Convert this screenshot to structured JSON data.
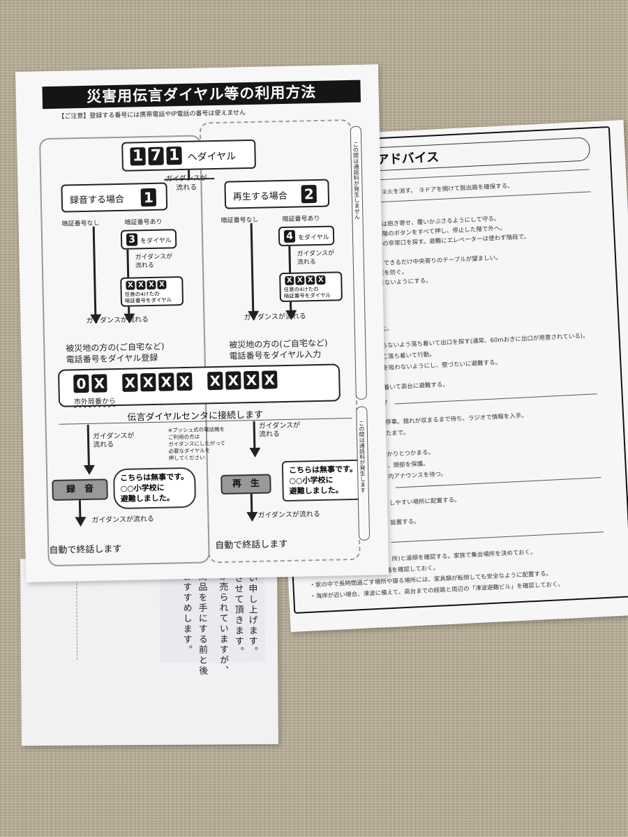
{
  "flyer": {
    "title": "災害用伝言ダイヤル等の利用方法",
    "note": "【ご注意】登録する番号には携帯電話やIP電話の番号は使えません",
    "dial_digits": [
      "1",
      "7",
      "1"
    ],
    "dial_label": "へダイヤル",
    "guidance_flows": "ガイダンスが\n流れる",
    "record_case": "録音する場合",
    "record_num": "1",
    "play_case": "再生する場合",
    "play_num": "2",
    "no_pin": "暗証番号なし",
    "with_pin": "暗証番号あり",
    "dial3": "3",
    "dial4": "4",
    "wo_dial": "をダイヤル",
    "guidance_flows2": "ガイダンスが\n流れる",
    "xxxx": [
      "X",
      "X",
      "X",
      "X"
    ],
    "pin_note": "任意の4けたの\n暗証番号をダイヤル",
    "guidance_flows3": "ガイダンスが流れる",
    "victim_record": "被災地の方の(ご自宅など)\n電話番号をダイヤル登録",
    "victim_play": "被災地の方の(ご自宅など)\n電話番号をダイヤル入力",
    "phone_number": [
      "0",
      "X",
      "X",
      "X",
      "X",
      "X",
      "X",
      "X",
      "X",
      "X"
    ],
    "area_code": "市外局番から",
    "connected": "伝言ダイヤルセンタに接続します",
    "push_note": "※プッシュ式の電話機を\nご利用の方は\nガイダンスにしたがって\n必要なダイヤルを\n押してください",
    "record_label": "録　音",
    "play_label": "再　生",
    "bubble_text": "こちらは無事です。\n○○小学校に\n避難しました。",
    "guidance_flows4": "ガイダンスが流れる",
    "auto_end": "自動で終話します",
    "strip_top": "この間は通話料が発生しません",
    "strip_bottom": "この間は通話料が発生します"
  },
  "advice": {
    "title": "防災アドバイス",
    "lines": [
      "る。　②火を消す。　③ドアを開けて脱出路を確保する。",
      "供は抱き寄せ、覆いかぶさるようにして守る。",
      "各階のボタンをすべて押し、停止した階で外へ。",
      "井の非常口を探す。避難にエレベーターは使わず階段で。",
      "、できるだけ中央寄りのテーブルが望ましい。",
      "死を防ぐ。",
      "まないようにする。",
      "む。",
      "らないよう落ち着いて出口を探す(通常、60mおきに出口が用意されている)。",
      "こ落ち着いて行動。",
      "を吸わないようにし、壁づたいに避難する。",
      "着いて高台に避難する。",
      "?",
      "停車。揺れが収まるまで待ち、ラジオで情報を入手。",
      "たまで。",
      "かりとつかまる。",
      "、頭部を保護。",
      "内アナウンスを待つ。",
      "",
      "しやすい場所に配置する。",
      "設置する。",
      "所)と道順を確認する。家族で集合場所を決めておく。",
      "・家の中で安全地帯、避難経路を確認しておく。",
      "・家の中で長時間過ごす場所や寝る場所には、家具類が転倒しても安全なように配置する。",
      "・海岸が近い場合、津波に備えて、高台までの経路と周辺の「津波避難ビル」を確認しておく。"
    ]
  },
  "back_card": {
    "col1": "いい申し上げます。",
    "col2": "慮させて頂きます。",
    "col3": "が売られていますが、",
    "col4": "商品を手にする前と後",
    "col5": "おすすめします。"
  }
}
